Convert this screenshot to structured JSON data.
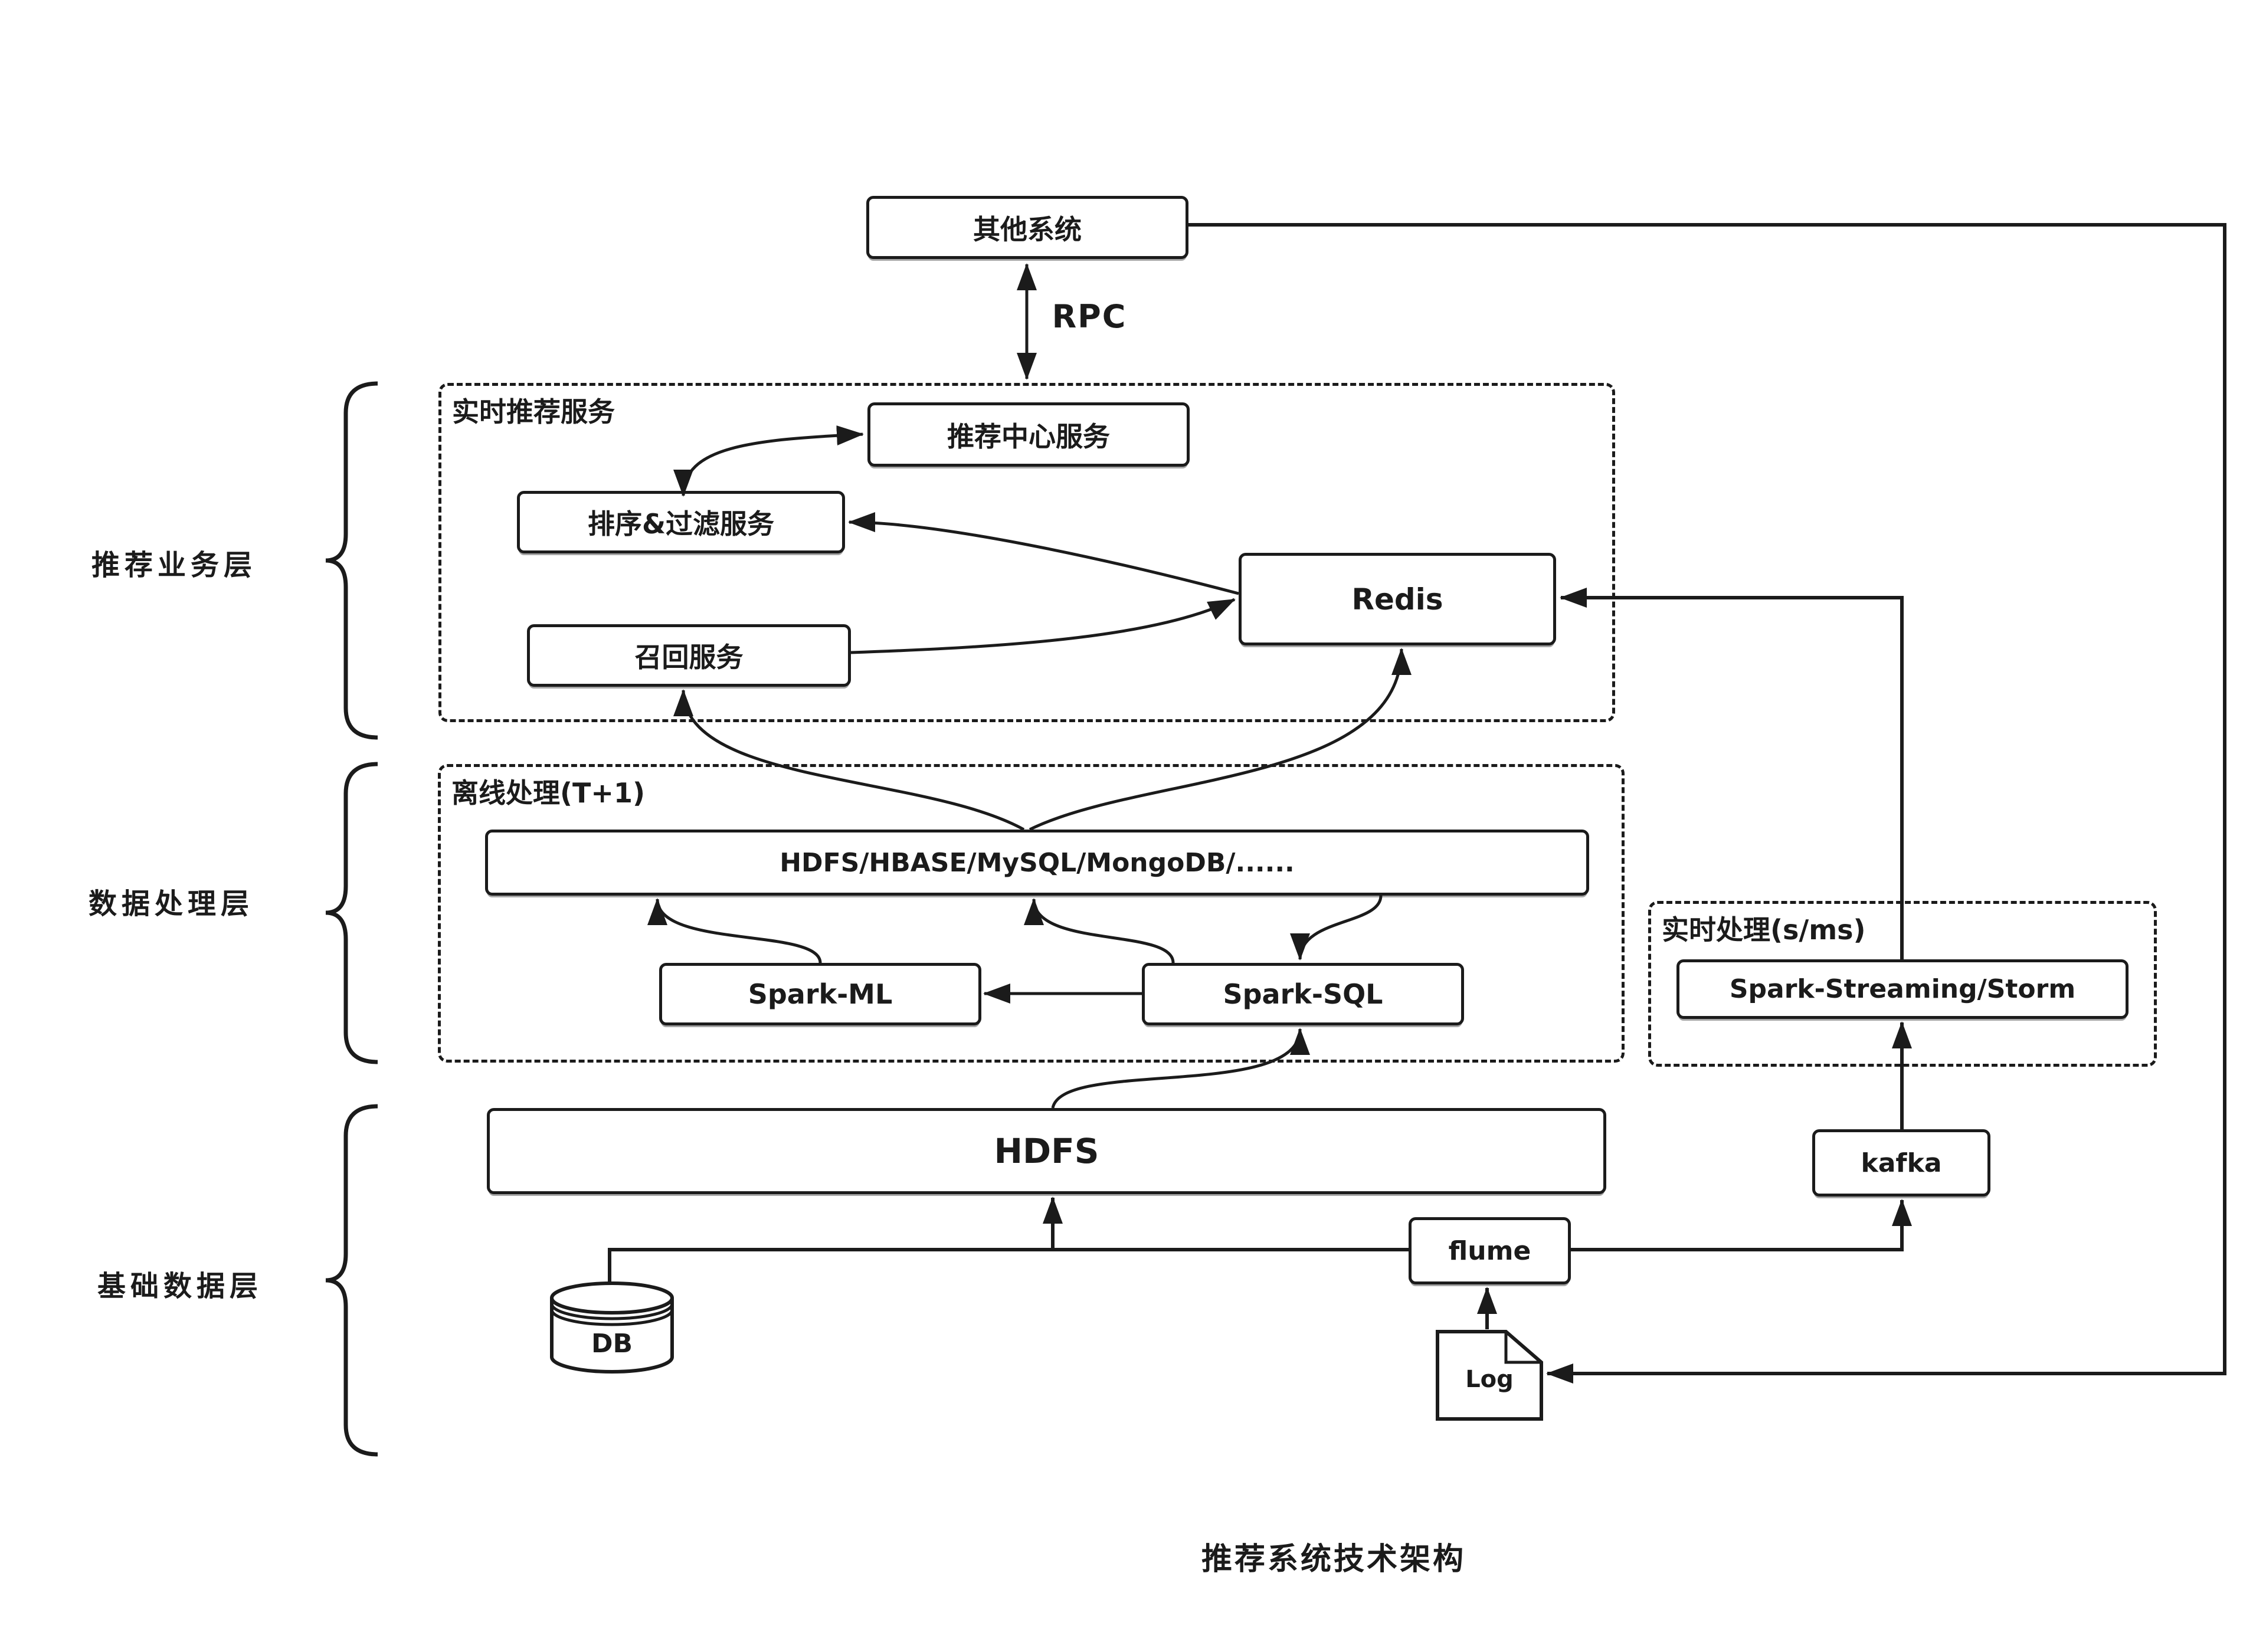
{
  "title": "推荐系统技术架构",
  "colors": {
    "ink": "#1b1b1b",
    "background": "#ffffff"
  },
  "layers": {
    "business": "推荐业务层",
    "processing": "数据处理层",
    "base": "基础数据层"
  },
  "groups": {
    "realtime_service": "实时推荐服务",
    "offline": "离线处理(T+1)",
    "realtime_processing": "实时处理(s/ms)"
  },
  "nodes": {
    "other_system": "其他系统",
    "rec_center": "推荐中心服务",
    "sort_filter": "排序&过滤服务",
    "recall": "召回服务",
    "redis": "Redis",
    "storage": "HDFS/HBASE/MySQL/MongoDB/......",
    "spark_ml": "Spark-ML",
    "spark_sql": "Spark-SQL",
    "spark_streaming": "Spark-Streaming/Storm",
    "hdfs": "HDFS",
    "kafka": "kafka",
    "flume": "flume",
    "db": "DB",
    "log": "Log"
  },
  "edge_labels": {
    "rpc": "RPC"
  },
  "edges": [
    {
      "from": "其他系统",
      "to": "实时推荐服务",
      "label": "RPC",
      "bidirectional": true
    },
    {
      "from": "其他系统",
      "to": "Log"
    },
    {
      "from": "排序&过滤服务",
      "to": "推荐中心服务",
      "bidirectional": true
    },
    {
      "from": "Redis",
      "to": "排序&过滤服务"
    },
    {
      "from": "召回服务",
      "to": "Redis"
    },
    {
      "from": "HDFS/HBASE/MySQL/MongoDB/......",
      "to": "召回服务"
    },
    {
      "from": "HDFS/HBASE/MySQL/MongoDB/......",
      "to": "Redis"
    },
    {
      "from": "Spark-ML",
      "to": "HDFS/HBASE/MySQL/MongoDB/......"
    },
    {
      "from": "Spark-SQL",
      "to": "HDFS/HBASE/MySQL/MongoDB/......"
    },
    {
      "from": "HDFS/HBASE/MySQL/MongoDB/......",
      "to": "Spark-SQL"
    },
    {
      "from": "Spark-SQL",
      "to": "Spark-ML"
    },
    {
      "from": "HDFS",
      "to": "Spark-SQL"
    },
    {
      "from": "DB",
      "to": "HDFS"
    },
    {
      "from": "flume",
      "to": "HDFS"
    },
    {
      "from": "flume",
      "to": "kafka"
    },
    {
      "from": "Log",
      "to": "flume"
    },
    {
      "from": "kafka",
      "to": "Spark-Streaming/Storm"
    },
    {
      "from": "Spark-Streaming/Storm",
      "to": "Redis"
    }
  ]
}
